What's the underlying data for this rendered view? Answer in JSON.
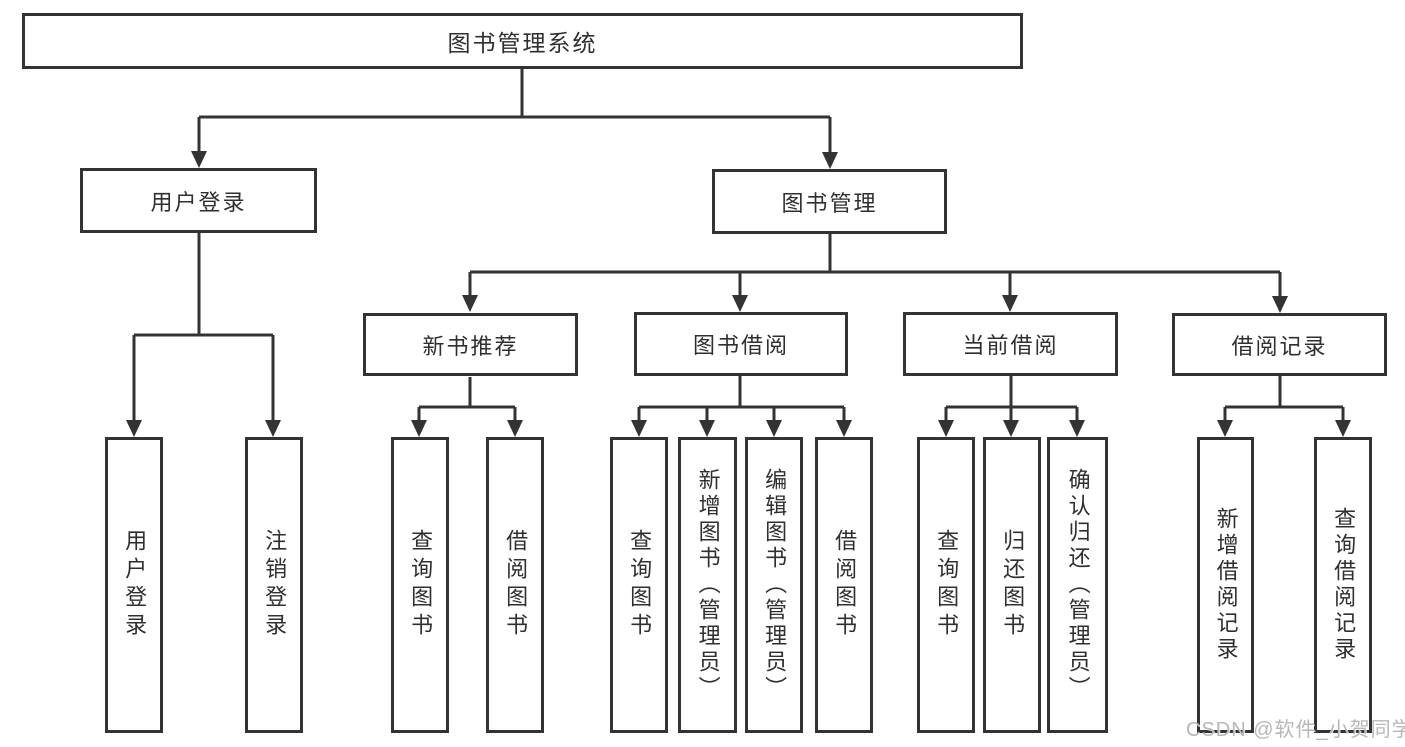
{
  "colors": {
    "line": "#333333",
    "text": "#2f2f2f",
    "watermark": "#b7b7b7",
    "background": "#ffffff"
  },
  "watermark": {
    "text": "CSDN @软件_小贺同学"
  },
  "nodes": {
    "root": {
      "label": "图书管理系统"
    },
    "level2": [
      {
        "label": "用户登录"
      },
      {
        "label": "图书管理"
      }
    ],
    "level3": [
      {
        "label": "新书推荐",
        "parent": "图书管理"
      },
      {
        "label": "图书借阅",
        "parent": "图书管理"
      },
      {
        "label": "当前借阅",
        "parent": "图书管理"
      },
      {
        "label": "借阅记录",
        "parent": "图书管理"
      }
    ],
    "leaves": [
      {
        "label": "用户登录",
        "parent": "用户登录"
      },
      {
        "label": "注销登录",
        "parent": "用户登录"
      },
      {
        "label": "查询图书",
        "parent": "新书推荐"
      },
      {
        "label": "借阅图书",
        "parent": "新书推荐"
      },
      {
        "label": "查询图书",
        "parent": "图书借阅"
      },
      {
        "label": "新增图书（管理员）",
        "parent": "图书借阅"
      },
      {
        "label": "编辑图书（管理员）",
        "parent": "图书借阅"
      },
      {
        "label": "借阅图书",
        "parent": "图书借阅"
      },
      {
        "label": "查询图书",
        "parent": "当前借阅"
      },
      {
        "label": "归还图书",
        "parent": "当前借阅"
      },
      {
        "label": "确认归还（管理员）",
        "parent": "当前借阅"
      },
      {
        "label": "新增借阅记录",
        "parent": "借阅记录"
      },
      {
        "label": "查询借阅记录",
        "parent": "借阅记录"
      }
    ]
  }
}
